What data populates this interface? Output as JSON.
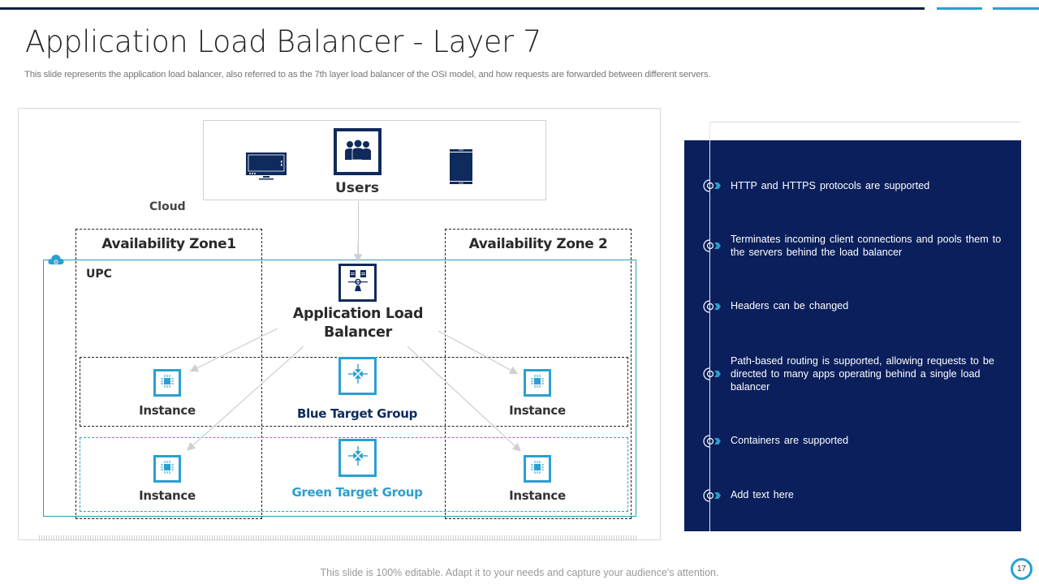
{
  "header": {
    "title": "Application Load Balancer - Layer 7",
    "subtitle": "This slide represents the application load balancer, also referred to as the 7th layer load balancer of the OSI model, and how requests are forwarded between different servers."
  },
  "diagram": {
    "users": {
      "label": "Users",
      "icons": [
        "monitor-icon",
        "users-group-icon",
        "tablet-icon"
      ]
    },
    "cloud_label": "Cloud",
    "vpc_label": "UPC",
    "zones": [
      {
        "title": "Availability Zone1"
      },
      {
        "title": "Availability Zone 2"
      }
    ],
    "load_balancer": {
      "label_line1": "Application Load",
      "label_line2": "Balancer",
      "icon": "load-balancer-icon"
    },
    "target_groups": [
      {
        "label": "Blue Target Group",
        "color": "#0f2a5c",
        "icon": "converge-arrows-icon"
      },
      {
        "label": "Green Target Group",
        "color": "#2aa0d0",
        "icon": "converge-arrows-icon"
      }
    ],
    "instances": [
      {
        "label": "Instance",
        "zone": 1,
        "group": "blue"
      },
      {
        "label": "Instance",
        "zone": 2,
        "group": "blue"
      },
      {
        "label": "Instance",
        "zone": 1,
        "group": "green"
      },
      {
        "label": "Instance",
        "zone": 2,
        "group": "green"
      }
    ]
  },
  "features": [
    {
      "text": "HTTP and HTTPS protocols are supported"
    },
    {
      "text": "Terminates incoming client connections and pools them to the servers behind the load balancer"
    },
    {
      "text": "Headers can be changed"
    },
    {
      "text": "Path-based routing is supported, allowing requests to be directed to many apps operating behind a single load balancer"
    },
    {
      "text": "Containers are supported"
    },
    {
      "text": "Add text here"
    }
  ],
  "footer": {
    "note": "This slide is 100% editable. Adapt it to your needs and capture your audience's attention.",
    "page_number": "17"
  },
  "colors": {
    "navy": "#0b1f5c",
    "accent": "#2aa0d0",
    "dark_bar": "#0f1f3d"
  }
}
